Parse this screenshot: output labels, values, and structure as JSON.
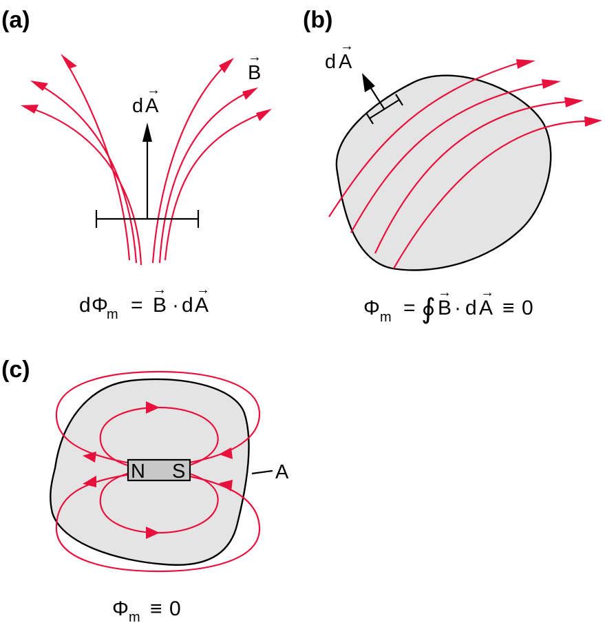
{
  "panels": {
    "a": {
      "label": "(a)",
      "vec_dA": {
        "d": "d",
        "A": "A",
        "arrow": "→"
      },
      "vec_B": {
        "B": "B",
        "arrow": "→"
      },
      "eq": {
        "lhs_d": "d",
        "phi": "Φ",
        "sub": "m",
        "eq_sign": "=",
        "B": "B",
        "dot": "·",
        "d": "d",
        "A": "A",
        "arrow": "→"
      }
    },
    "b": {
      "label": "(b)",
      "vec_dA": {
        "d": "d",
        "A": "A",
        "arrow": "→"
      },
      "eq": {
        "phi": "Φ",
        "sub": "m",
        "eq_sign": "=",
        "oint": "∮",
        "B": "B",
        "dot": "·",
        "d": "d",
        "A": "A",
        "equiv": "≡",
        "zero": "0",
        "arrow": "→"
      }
    },
    "c": {
      "label": "(c)",
      "magnet": {
        "north": "N",
        "south": "S"
      },
      "surface_label": "A",
      "eq": {
        "phi": "Φ",
        "sub": "m",
        "equiv": "≡",
        "zero": "0"
      }
    }
  },
  "colors": {
    "field": "#e8103c",
    "surface_fill": "#e4e4e4",
    "magnet_fill": "#c8c8c8"
  },
  "icons": [
    "field-line-arrow",
    "area-vector-arrow",
    "bar-magnet"
  ]
}
